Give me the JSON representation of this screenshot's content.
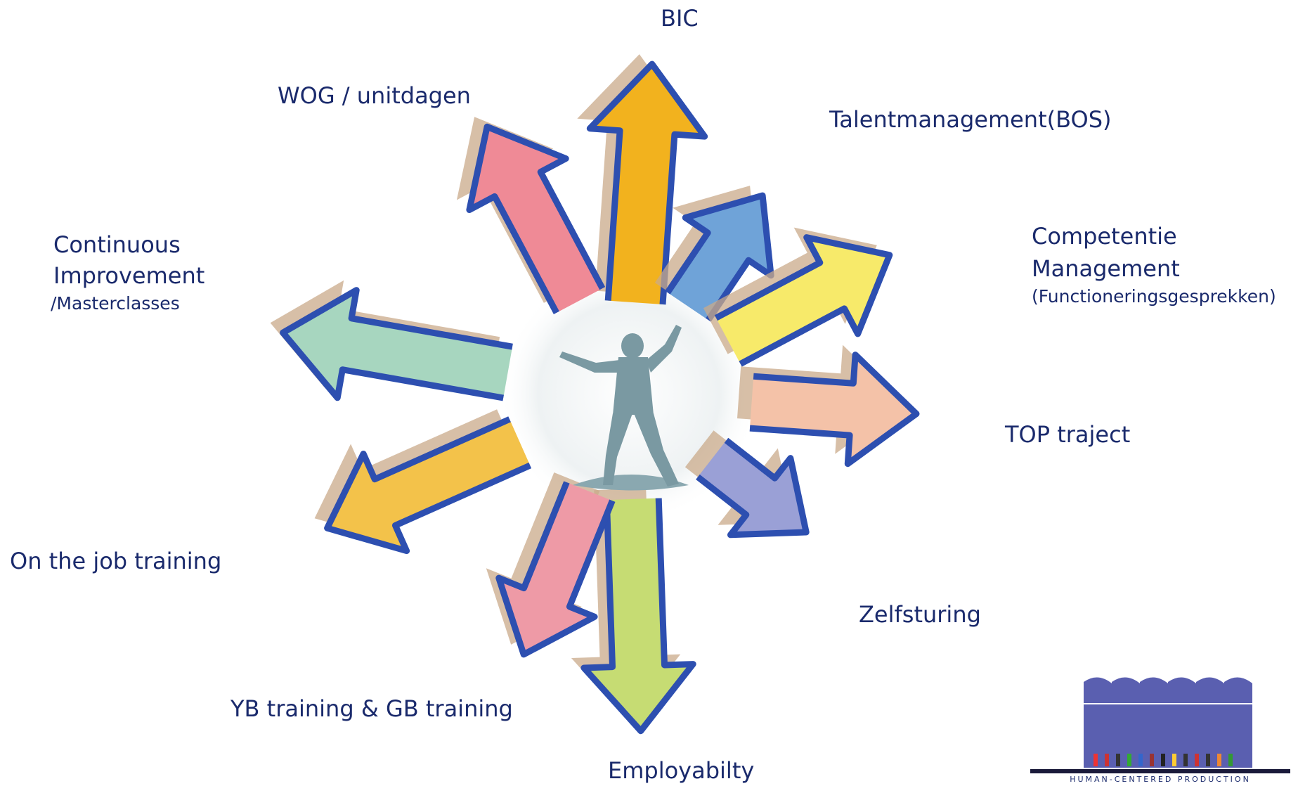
{
  "labels": {
    "bic": "BIC",
    "wog": "WOG / unitdagen",
    "talent": "Talentmanagement(BOS)",
    "ci_line1": "Continuous",
    "ci_line2": "Improvement",
    "ci_line3": "/Masterclasses",
    "comp_line1": "Competentie",
    "comp_line2": "Management",
    "comp_line3": "(Functioneringsgesprekken)",
    "top": "TOP traject",
    "zelfsturing": "Zelfsturing",
    "ojt": "On the job training",
    "yb": "YB training & GB training",
    "employ": "Employabilty"
  },
  "logo": {
    "caption": "HUMAN-CENTERED PRODUCTION"
  },
  "arrows": [
    {
      "name": "bic",
      "color": "#f2b21e"
    },
    {
      "name": "talent",
      "color": "#6fa3d8"
    },
    {
      "name": "competentie",
      "color": "#f7ea6a"
    },
    {
      "name": "top",
      "color": "#f4c2a8"
    },
    {
      "name": "zelfsturing",
      "color": "#9aa0d6"
    },
    {
      "name": "employability",
      "color": "#c6dc73"
    },
    {
      "name": "yb",
      "color": "#ee9aa6"
    },
    {
      "name": "ojt",
      "color": "#f3c24a"
    },
    {
      "name": "ci",
      "color": "#a7d6bf"
    },
    {
      "name": "wog",
      "color": "#ef8a96"
    }
  ],
  "colors": {
    "outline": "#2d4fb0",
    "shadow": "#c9aa8a",
    "text": "#1a2a6c",
    "figure": "#7a99a2"
  }
}
